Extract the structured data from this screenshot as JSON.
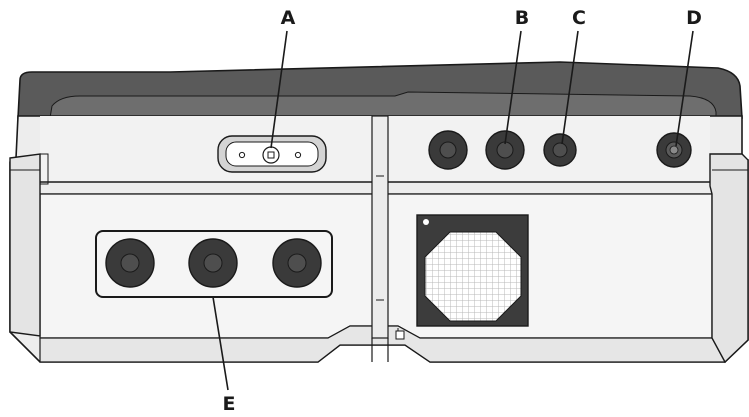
{
  "callouts": [
    {
      "id": "A",
      "label": "A",
      "target": "status-led-panel"
    },
    {
      "id": "B",
      "label": "B",
      "target": "cable-gland-b"
    },
    {
      "id": "C",
      "label": "C",
      "target": "cable-gland-c"
    },
    {
      "id": "D",
      "label": "D",
      "target": "cable-gland-d"
    },
    {
      "id": "E",
      "label": "E",
      "target": "dc-input-group"
    }
  ],
  "colors": {
    "outline": "#1a1a1a",
    "lid": "#5a5a5a",
    "lid_inner": "#6e6e6e",
    "body": "#ededed",
    "body_light": "#f5f5f5",
    "port_dark": "#3a3a3a",
    "vent_frame": "#3c3c3c",
    "vent_mesh": "#ffffff"
  }
}
